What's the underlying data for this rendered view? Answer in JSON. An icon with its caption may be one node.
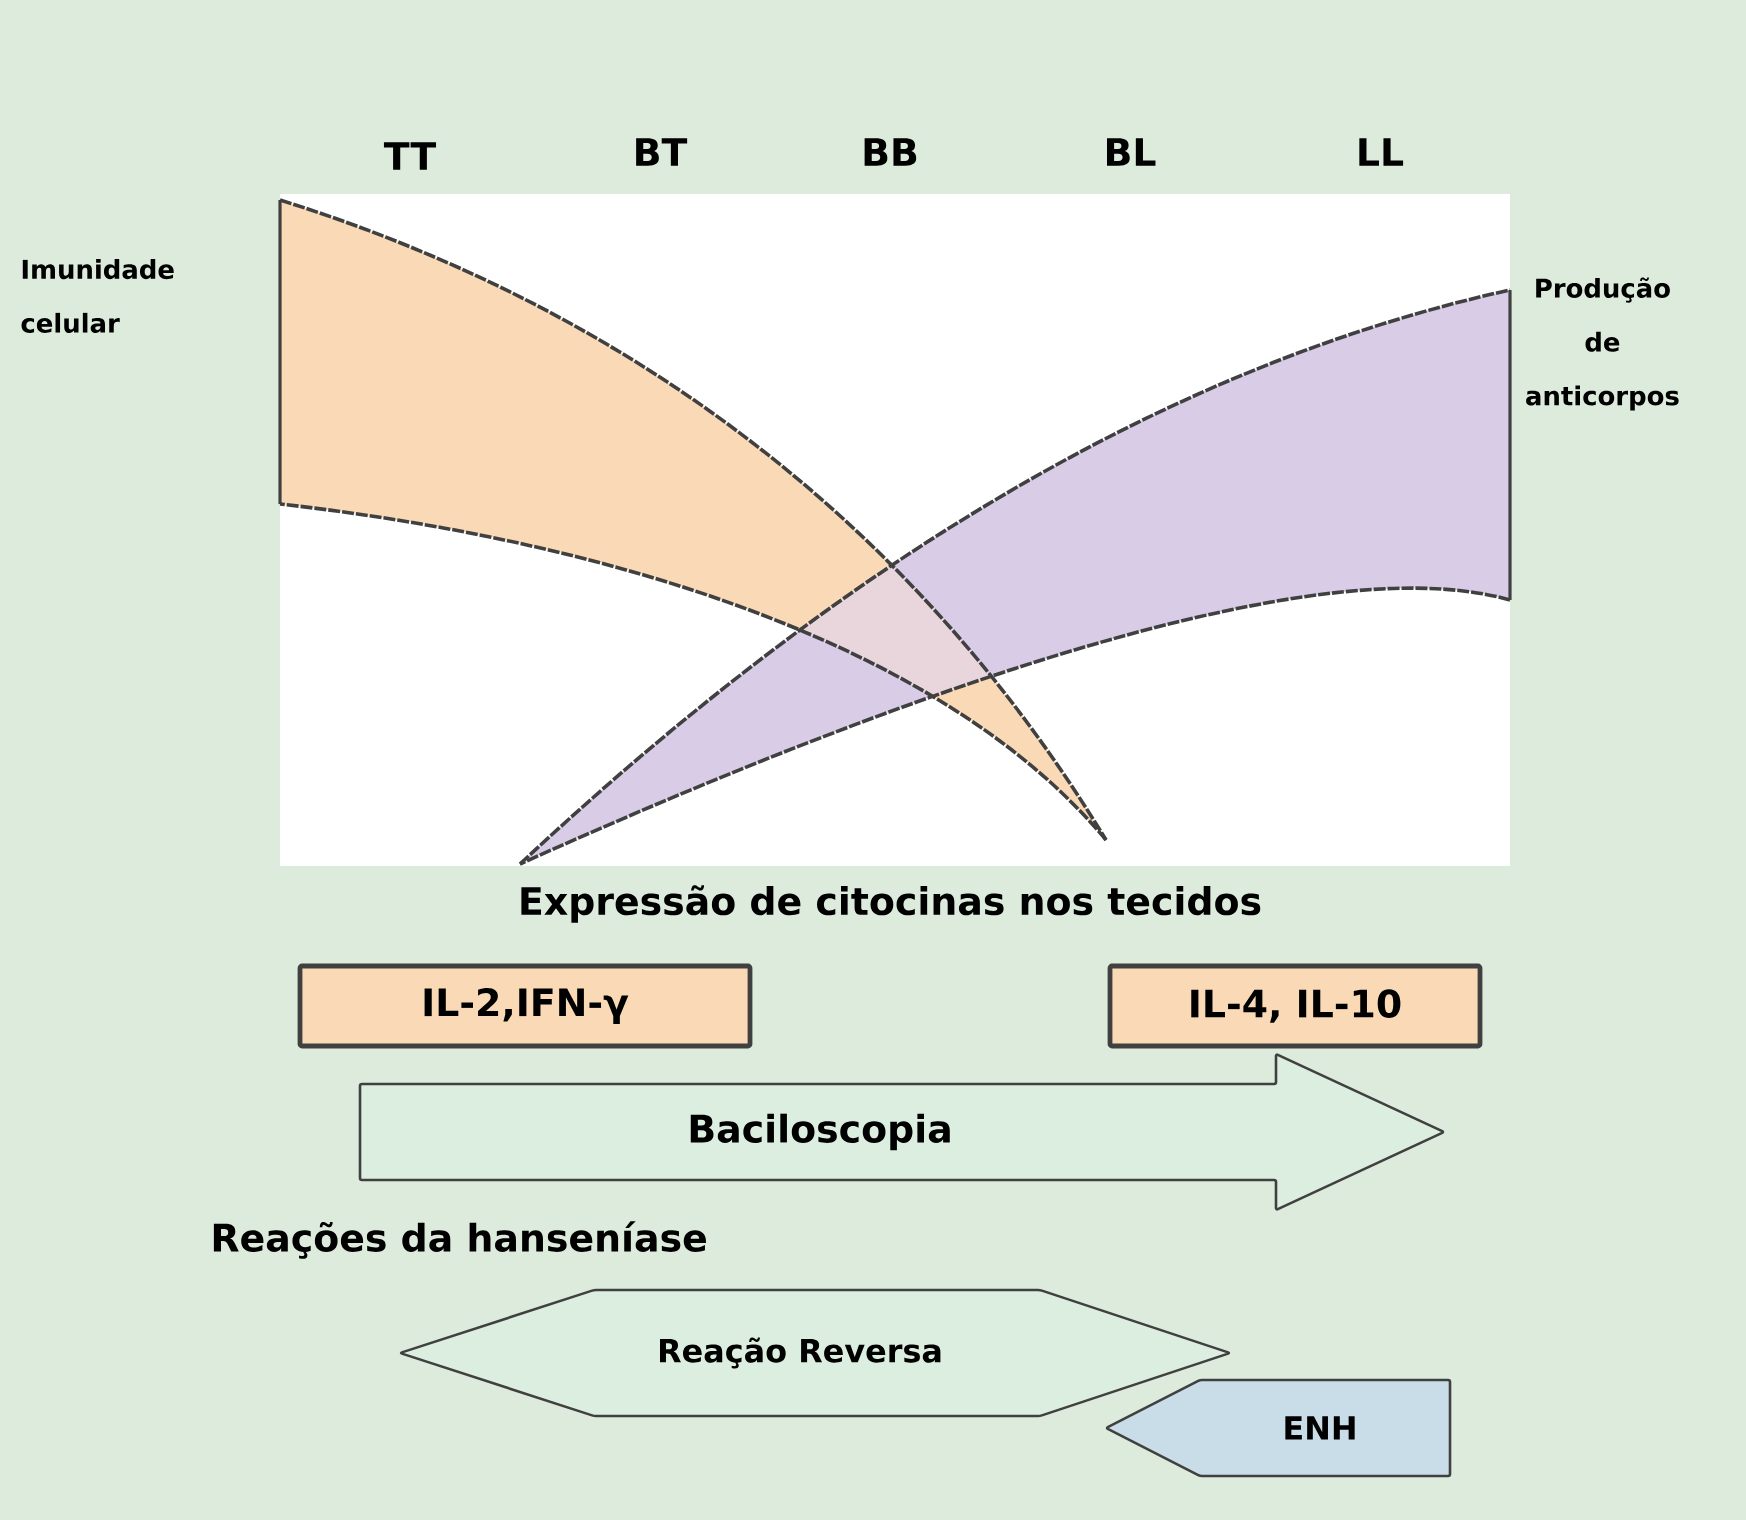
{
  "diagram": {
    "nodes": [
      {
        "text": [
          "IL-2,IFN-γ"
        ]
      },
      {
        "text": [
          "IL-4, IL-10"
        ]
      },
      {
        "text": [
          "Baciloscopia"
        ]
      },
      {
        "text": [
          "Reação Reversa"
        ]
      },
      {
        "text": [
          "ENH"
        ]
      }
    ],
    "labels": [
      "TT",
      "BT",
      "BB",
      "BL",
      "LL",
      "Imunidade celular",
      "Produção de anticorpos",
      "Expressão de citocinas nos tecidos",
      "Reações da hanseníase"
    ]
  }
}
